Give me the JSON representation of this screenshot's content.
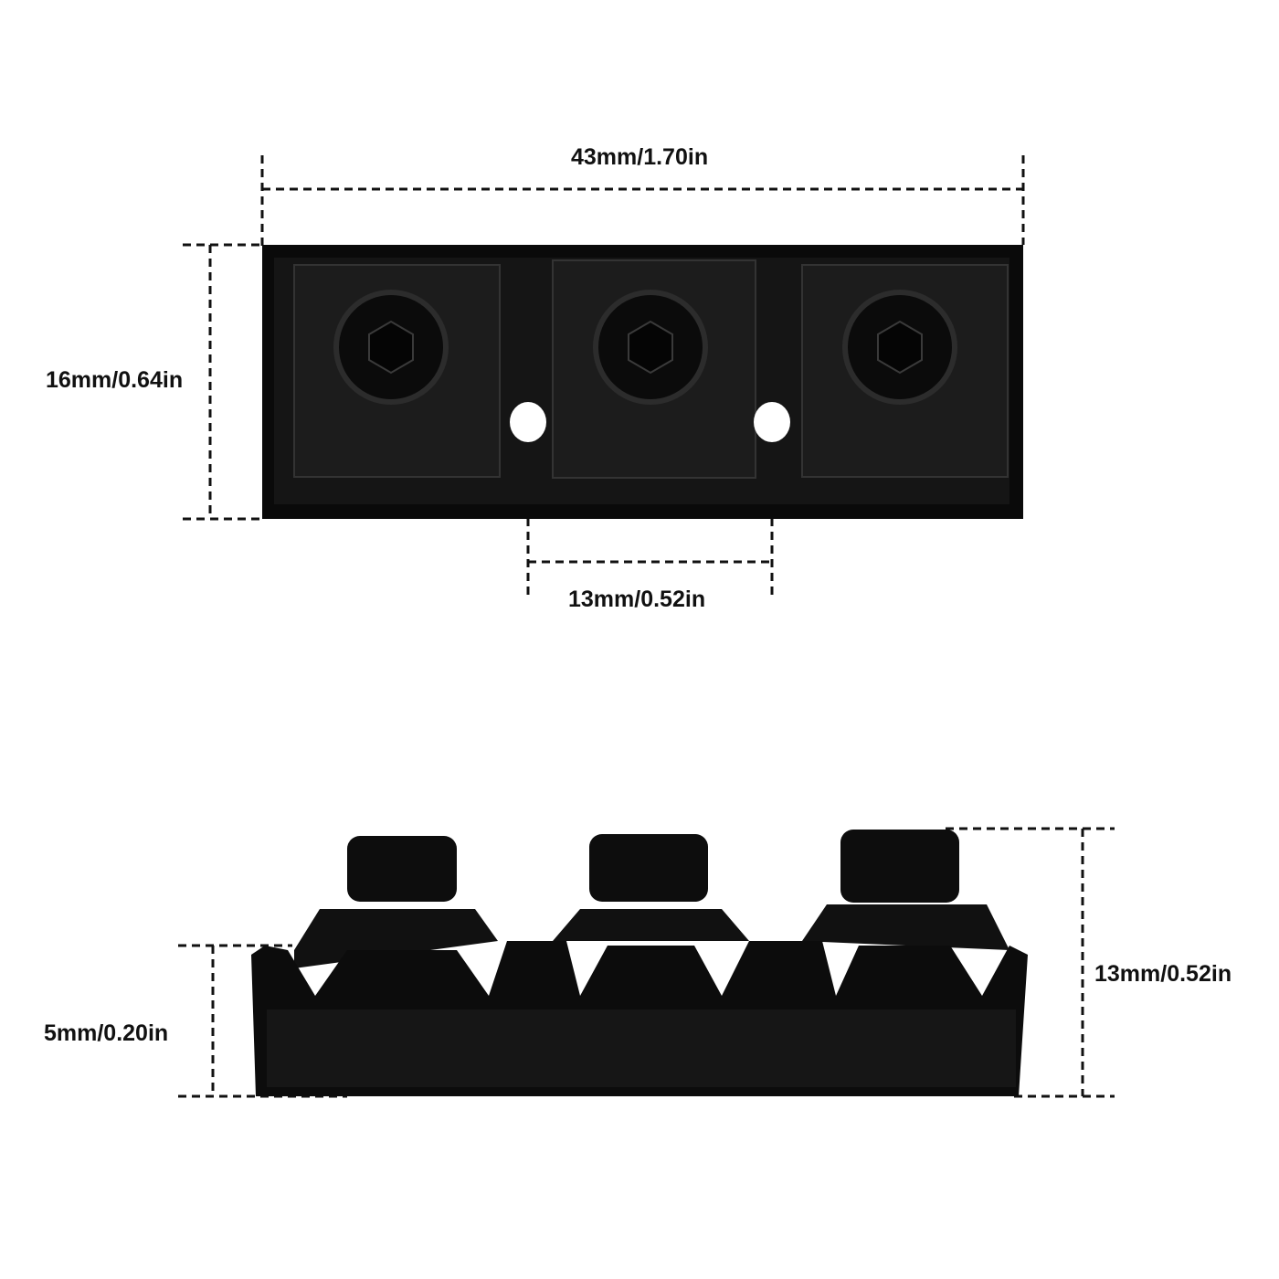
{
  "top_view": {
    "width_label": "43mm/1.70in",
    "height_label": "16mm/0.64in",
    "hole_spacing_label": "13mm/0.52in"
  },
  "side_view": {
    "base_height_label": "5mm/0.20in",
    "total_height_label": "13mm/0.52in"
  },
  "colors": {
    "part": "#0c0c0c",
    "dimension_line": "#111111",
    "background": "#ffffff"
  }
}
